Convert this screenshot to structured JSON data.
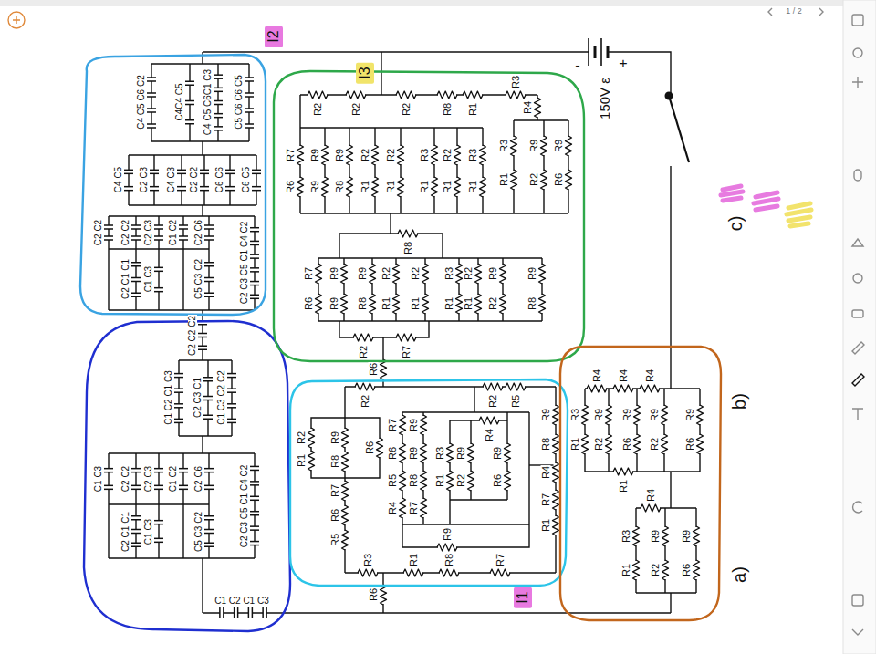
{
  "diagram": {
    "labels": [
      "I2",
      "I3",
      "I1",
      "150V ε",
      "-",
      "+",
      "c)",
      "b)",
      "a)",
      "R2",
      "R2",
      "R2",
      "R8",
      "R1",
      "R3",
      "R4",
      "R3",
      "R9",
      "R9",
      "R1",
      "R2",
      "R6",
      "R7",
      "R9",
      "R9",
      "R2",
      "R2",
      "R3",
      "R2",
      "R3",
      "R6",
      "R9",
      "R8",
      "R1",
      "R1",
      "R1",
      "R1",
      "R1",
      "R8",
      "R7",
      "R9",
      "R9",
      "R2",
      "R2",
      "R3",
      "R2",
      "R9",
      "R9",
      "R6",
      "R9",
      "R8",
      "R1",
      "R1",
      "R1",
      "R1",
      "R2",
      "R8",
      "R2",
      "R7",
      "R6",
      "R2",
      "R2",
      "R5",
      "R9",
      "R8",
      "R4",
      "R7",
      "R1",
      "R2",
      "R1",
      "R9",
      "R8",
      "R7",
      "R6",
      "R5",
      "R6",
      "R7",
      "R6",
      "R5",
      "R4",
      "R9",
      "R9",
      "R8",
      "R7",
      "R4",
      "R3",
      "R1",
      "R9",
      "R2",
      "R9",
      "R6",
      "R9",
      "R3",
      "R1",
      "R8",
      "R7",
      "R6",
      "R4",
      "R4",
      "R4",
      "R3",
      "R1",
      "R9",
      "R2",
      "R9",
      "R6",
      "R9",
      "R2",
      "R9",
      "R6",
      "R1",
      "R4",
      "R3",
      "R1",
      "R9",
      "R2",
      "R9",
      "R6",
      "C4 C5 C6 C2",
      "C4C4 C5",
      "C4 C5 C6C1 C3",
      "C5 C6 C6 C5",
      "C4 C5",
      "C2 C3",
      "C4 C3",
      "C2 C2",
      "C6 C6",
      "C6 C5",
      "C2 C2",
      "C2 C2",
      "C2 C3",
      "C1 C2",
      "C2 C6",
      "C2 C1 C1",
      "C1 C3",
      "C5 C3 C2",
      "C2 C3 C5 C1 C4 C2",
      "C2 C2 C2",
      "C1 C2 C1 C3",
      "C2 C3 C1",
      "C1 C3 C2 C2",
      "C1 C3",
      "C2 C2",
      "C2 C3",
      "C1 C2",
      "C2 C6",
      "C2 C1 C1",
      "C1 C3",
      "C5 C3 C2",
      "C2 C3 C5 C1 C4 C2",
      "C1 C2 C1 C3",
      "1 / 2"
    ]
  }
}
